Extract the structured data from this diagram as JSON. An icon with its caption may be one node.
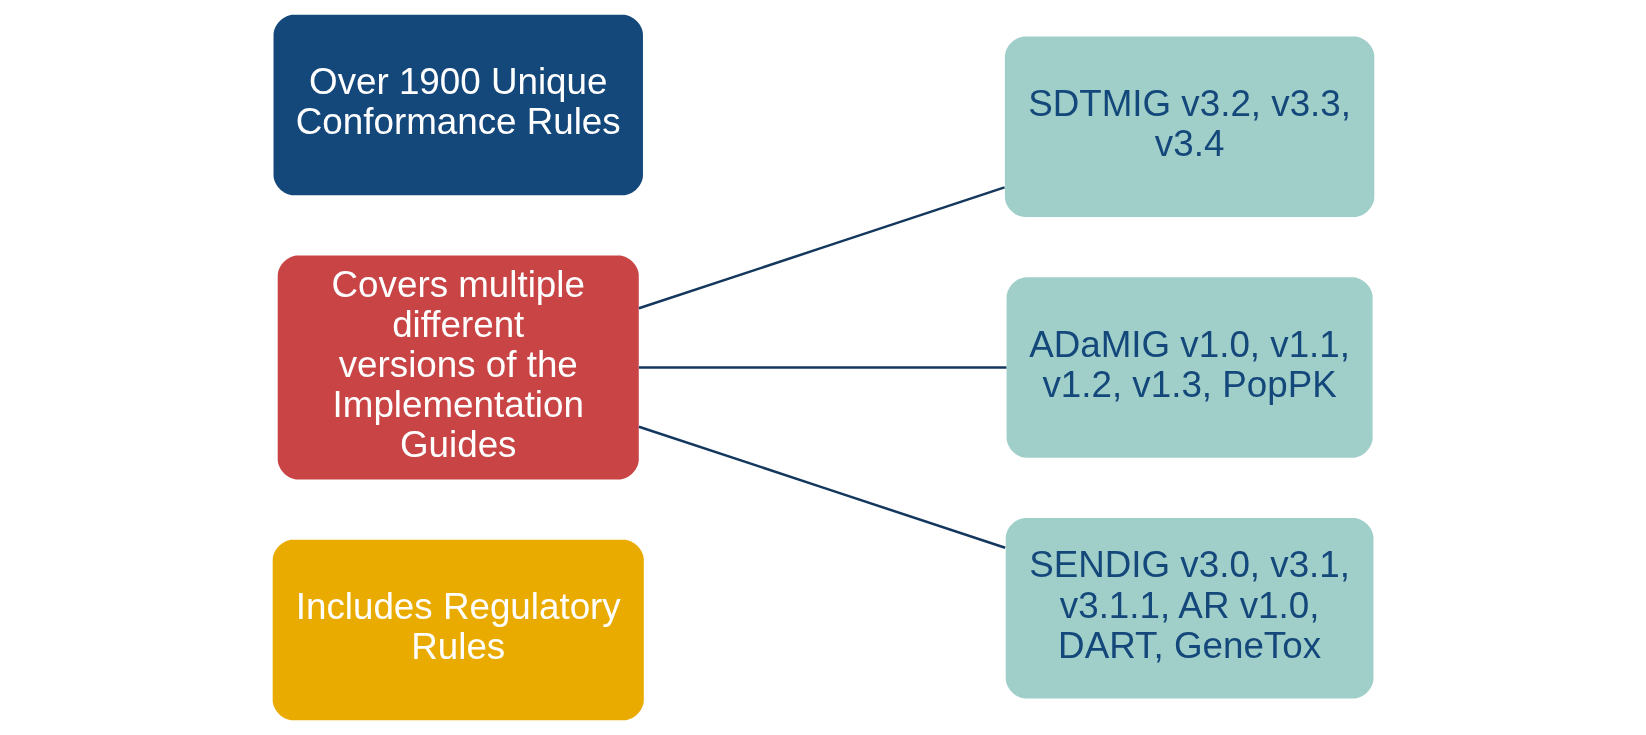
{
  "diagram": {
    "nodes": [
      {
        "text": [
          "Over 1900 Unique Conformance Rules"
        ]
      },
      {
        "text": [
          "Covers multiple different versions of the Implementation Guides"
        ]
      },
      {
        "text": [
          "Includes Regulatory Rules"
        ]
      },
      {
        "text": [
          "SDTMIG v3.2, v3.3, v3.4"
        ]
      },
      {
        "text": [
          "ADaMIG v1.0, v1.1, v1.2, v1.3, PopPK"
        ]
      },
      {
        "text": [
          "SENDIG v3.0, v3.1, v3.1.1, AR v1.0, DART, GeneTox"
        ]
      }
    ],
    "edges": [
      {
        "from": 1,
        "to": 3,
        "arrow": "none"
      },
      {
        "from": 1,
        "to": 4,
        "arrow": "none"
      },
      {
        "from": 1,
        "to": 5,
        "arrow": "none"
      }
    ]
  }
}
